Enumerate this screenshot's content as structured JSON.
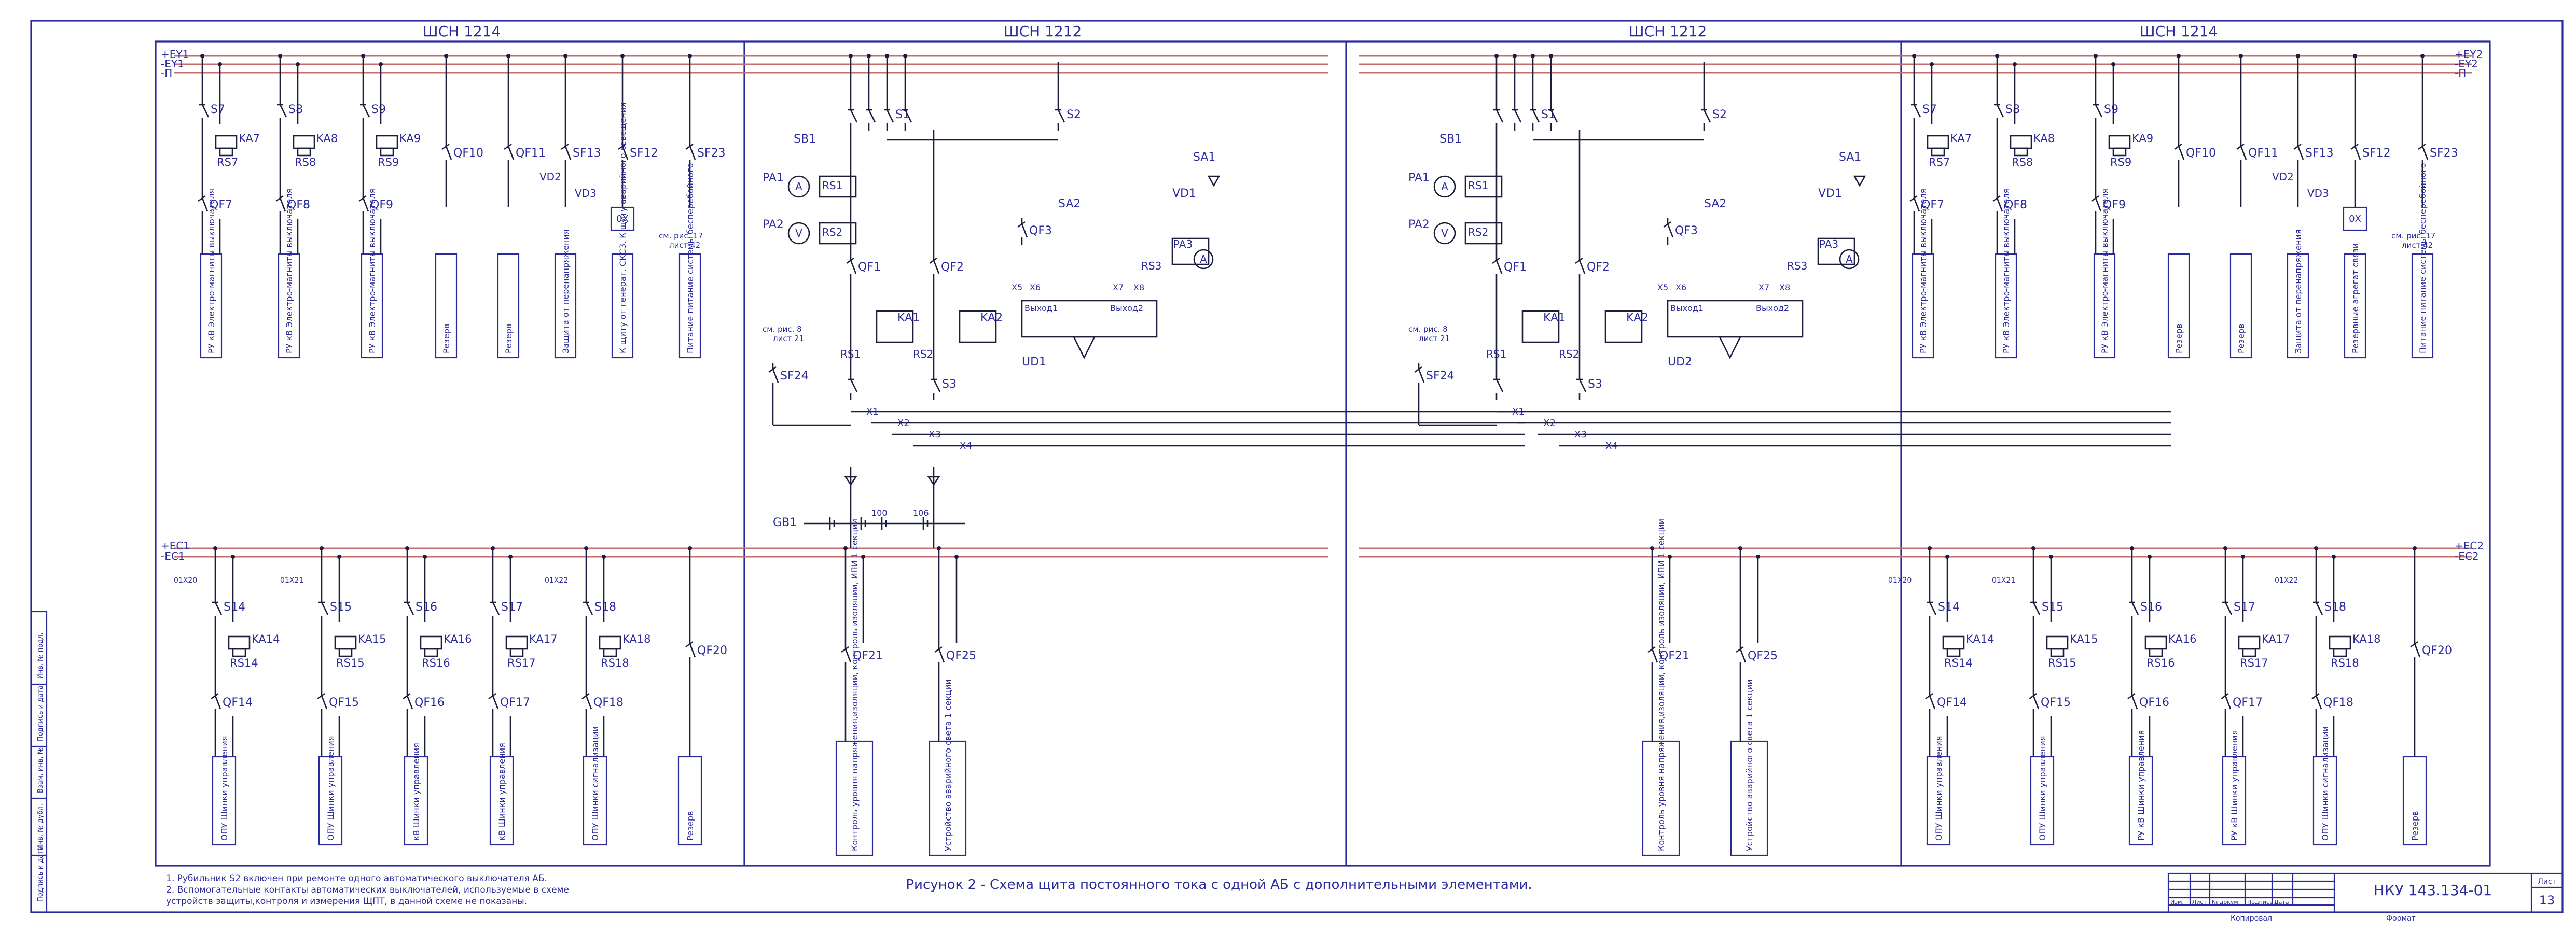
{
  "sections": [
    "ШСН 1214",
    "ШСН 1212",
    "ШСН 1212",
    "ШСН 1214"
  ],
  "bus_labels": {
    "left_top": [
      "+EY1",
      "-EY1",
      "-П"
    ],
    "right_top": [
      "+EY2",
      "-EY2",
      "-П"
    ],
    "left_bottom": [
      "+EC1",
      "-EC1"
    ],
    "right_bottom": [
      "+EC2",
      "-EC2"
    ]
  },
  "upper_branches": [
    {
      "switch": "S7",
      "relay": "KA7",
      "rs": "RS7",
      "breaker": "QF7",
      "load": "РУ кВ Электро-магниты выключателя"
    },
    {
      "switch": "S8",
      "relay": "KA8",
      "rs": "RS8",
      "breaker": "QF8",
      "load": "РУ кВ Электро-магниты выключателя"
    },
    {
      "switch": "S9",
      "relay": "KA9",
      "rs": "RS9",
      "breaker": "QF9",
      "load": "РУ кВ Электро-магниты выключателя"
    },
    {
      "breaker": "QF10",
      "load": "Резерв"
    },
    {
      "breaker": "QF11",
      "load": "Резерв"
    },
    {
      "breaker": "SF13",
      "diode_a": "VD2",
      "diode_b": "VD3",
      "load": "Защита от перенапряжения"
    },
    {
      "breaker": "SF12",
      "box": "0X",
      "load": "К щиту от генерат. СКСЗ. К щиту аварийного освещения"
    },
    {
      "breaker": "SF23",
      "note": "см. рис. 17 лист 42",
      "load": "Питание питание системы бесперебойного"
    }
  ],
  "upper_branches_right_loads": [
    "РУ кВ Электро-магниты выключателя",
    "РУ кВ Электро-магниты выключателя",
    "РУ кВ Электро-магниты выключателя",
    "Резерв",
    "Резерв",
    "Защита от перенапряжения",
    "Резервные агрегат связи",
    "Питание питание системы бесперебойного"
  ],
  "center": {
    "switches": [
      "S1",
      "S2",
      "S3",
      "SA1",
      "SA2",
      "SB1"
    ],
    "meters": [
      "PA1",
      "PA2",
      "PA3"
    ],
    "meter_symbols": [
      "A",
      "V",
      "A"
    ],
    "shunts": [
      "RS1",
      "RS2",
      "RS3"
    ],
    "breakers": [
      "QF1",
      "QF2",
      "QF3",
      "SF24"
    ],
    "relays": [
      "KA1",
      "KA2"
    ],
    "diode": "VD1",
    "device": "UD1",
    "device_right": "UD2",
    "device_io": [
      "Выход1",
      "Выход2",
      "X5",
      "X6",
      "X7",
      "X8"
    ],
    "nodes": [
      "X1",
      "X2",
      "X3",
      "X4"
    ],
    "battery": "GB1",
    "cells": [
      "100",
      "106"
    ],
    "note": "см. рис. 8 лист 21"
  },
  "lower_branches": [
    {
      "connector": "01X20",
      "switch": "S14",
      "relay": "KA14",
      "rs": "RS14",
      "breaker": "QF14",
      "load": "ОПУ Шинки управления"
    },
    {
      "connector": "01X21",
      "switch": "S15",
      "relay": "KA15",
      "rs": "RS15",
      "breaker": "QF15",
      "load": "ОПУ Шинки управления"
    },
    {
      "switch": "S16",
      "relay": "KA16",
      "rs": "RS16",
      "breaker": "QF16",
      "load": "кВ Шинки управления"
    },
    {
      "switch": "S17",
      "relay": "KA17",
      "rs": "RS17",
      "breaker": "QF17",
      "load": "кВ Шинки управления"
    },
    {
      "connector": "01X22",
      "switch": "S18",
      "relay": "KA18",
      "rs": "RS18",
      "breaker": "QF18",
      "load": "ОПУ Шинки сигнализации"
    },
    {
      "breaker": "QF20",
      "load": "Резерв"
    }
  ],
  "lower_branches_right_loads": [
    "ОПУ Шинки управления",
    "ОПУ Шинки управления",
    "РУ кВ Шинки управления",
    "РУ кВ Шинки управления",
    "ОПУ Шинки сигнализации",
    "Резерв"
  ],
  "lower_center_loads": [
    {
      "breaker": "QF21",
      "load": "Контроль уровня напряжения,изоляции, контроль изоляции, ИПИ 1 секции"
    },
    {
      "breaker": "QF25",
      "load": "Устройство аварийного света 1 секции"
    }
  ],
  "notes": [
    "1. Рубильник S2 включен при ремонте одного автоматического выключателя АБ.",
    "2. Вспомогательные контакты автоматических выключателей, используемые в схеме",
    "устройств защиты,контроля и измерения ЩПТ, в данной схеме не показаны."
  ],
  "caption": "Рисунок 2 - Схема щита постоянного тока с одной АБ с дополнительными элементами.",
  "title_block": {
    "code": "НКУ 143.134-01",
    "sheet_label": "Лист",
    "sheet": "13",
    "columns": [
      "Изм.",
      "Лист",
      "№ докум.",
      "Подпись",
      "Дата"
    ],
    "copied": "Копировал",
    "format": "Формат"
  },
  "side_stamp": [
    "Инв. № подл.",
    "Подпись и дата",
    "Взам. инв. №",
    "Инв. № дубл.",
    "Подпись и дата"
  ],
  "colors": {
    "ink": "#2a2a9a",
    "wire": "#1e1e3c",
    "bus": "#c07070",
    "paper": "#ffffff"
  }
}
